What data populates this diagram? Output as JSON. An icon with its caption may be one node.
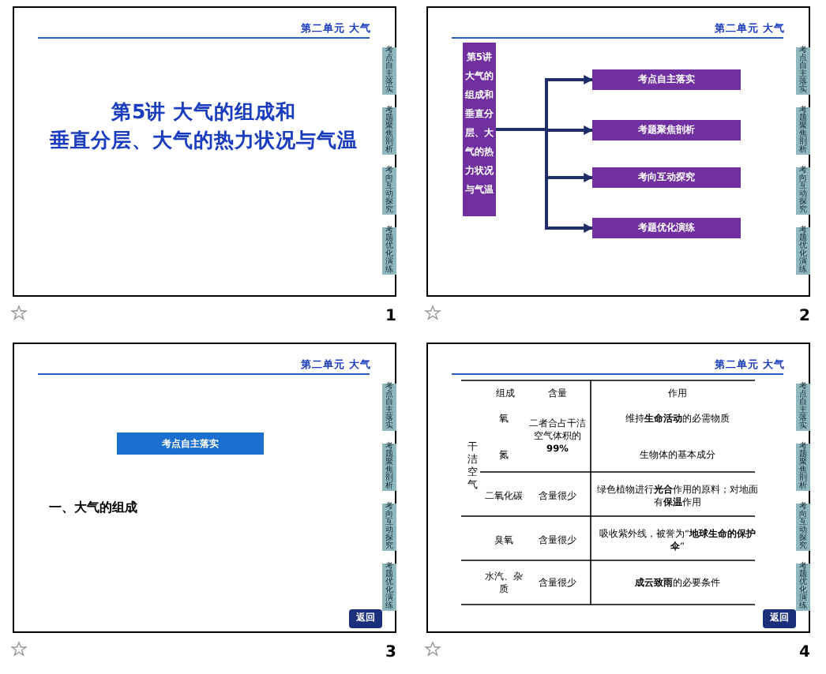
{
  "diagram": {
    "nodes": [
      {
        "text": [
          "第5讲大气的组成和垂直分层、大气的热力状况与气温"
        ]
      },
      {
        "text": [
          "考点自主落实"
        ]
      },
      {
        "text": [
          "考题聚焦剖析"
        ]
      },
      {
        "text": [
          "考向互动探究"
        ]
      },
      {
        "text": [
          "考题优化演练"
        ]
      },
      {
        "text": [
          "考点自主落实"
        ]
      }
    ],
    "edges": [
      {
        "from": 0,
        "to": 1,
        "arrow": "to"
      },
      {
        "from": 0,
        "to": 2,
        "arrow": "to"
      },
      {
        "from": 0,
        "to": 3,
        "arrow": "to"
      },
      {
        "from": 0,
        "to": 4,
        "arrow": "to"
      }
    ],
    "labels": [
      "第二单元 大气",
      "考点自主落实",
      "考题聚焦剖析",
      "考向互动探究",
      "考题优化演练",
      "第5讲 大气的组成和",
      "垂直分层、大气的热力状况与气温",
      "1",
      "第二单元 大气",
      "考点自主落实",
      "考题聚焦剖析",
      "考向互动探究",
      "考题优化演练",
      "2",
      "第二单元 大气",
      "考点自主落实",
      "考题聚焦剖析",
      "考向互动探究",
      "考题优化演练",
      "一、大气的组成",
      "返回",
      "3",
      "第二单元 大气",
      "考点自主落实",
      "考题聚焦剖析",
      "考向互动探究",
      "考题优化演练",
      "组成",
      "含量",
      "作用",
      "干洁空气",
      "氧",
      "二者合占干洁空气体积的**99%**",
      "维持**生命活动**的必需物质",
      "氮",
      "生物体的基本成分",
      "二氧化碳",
      "含量很少",
      "绿色植物进行**光合**作用的原料；对地面有**保温**作用",
      "臭氧",
      "含量很少",
      "吸收紫外线，被誉为“**地球生命的保护伞**”",
      "水汽、杂质",
      "含量很少",
      "**成云致雨**的必要条件",
      "返回",
      "4"
    ]
  }
}
